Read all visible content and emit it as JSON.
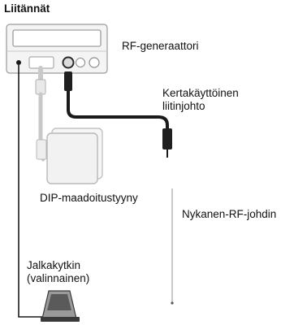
{
  "title": "Liitännät",
  "labels": {
    "generator": "RF-generaattori",
    "cable_line1": "Kertakäyttöinen",
    "cable_line2": "liitinjohto",
    "pad": "DIP-maadoitustyyny",
    "probe_cable": "Nykanen-RF-johdin",
    "footswitch_line1": "Jalkakytkin",
    "footswitch_line2": "(valinnainen)"
  },
  "colors": {
    "line": "#1a1a1a",
    "light_line": "#bdbdbd",
    "device_fill": "#f4f4f4",
    "device_stroke": "#9a9a9a"
  }
}
